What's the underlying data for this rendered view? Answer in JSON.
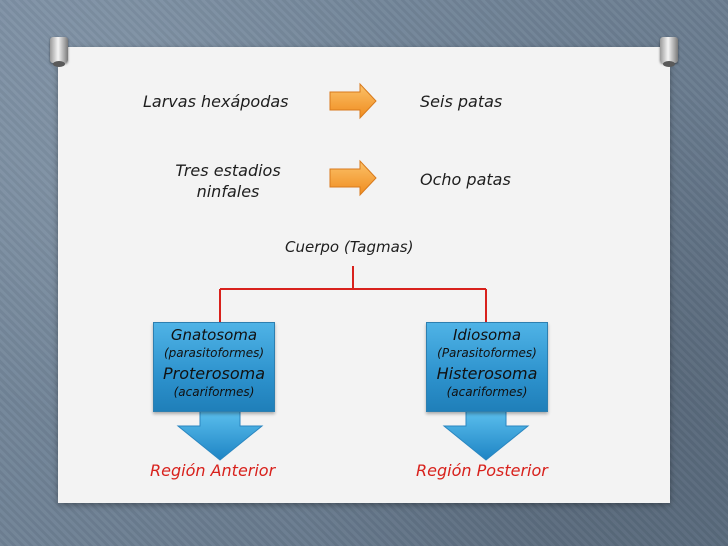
{
  "colors": {
    "arrow_fill": "#f6a030",
    "arrow_stroke": "#d87a1c",
    "connector": "#d8211c",
    "box_fill": "#2d92cd",
    "down_arrow": "#2fa3e0",
    "region_text": "#d8211c"
  },
  "rows": [
    {
      "left": "Larvas hexápodas",
      "right": "Seis patas"
    },
    {
      "left_line1": "Tres estadios",
      "left_line2": "ninfales",
      "right": "Ocho patas"
    }
  ],
  "root": "Cuerpo (Tagmas)",
  "boxes": [
    {
      "line1": "Gnatosoma",
      "line2": "(parasitoformes)",
      "line3": "Proterosoma",
      "line4": "(acariformes)",
      "region": "Región Anterior"
    },
    {
      "line1": "Idiosoma",
      "line2": "(Parasitoformes)",
      "line3": "Histerosoma",
      "line4": "(acariformes)",
      "region": "Región Posterior"
    }
  ]
}
